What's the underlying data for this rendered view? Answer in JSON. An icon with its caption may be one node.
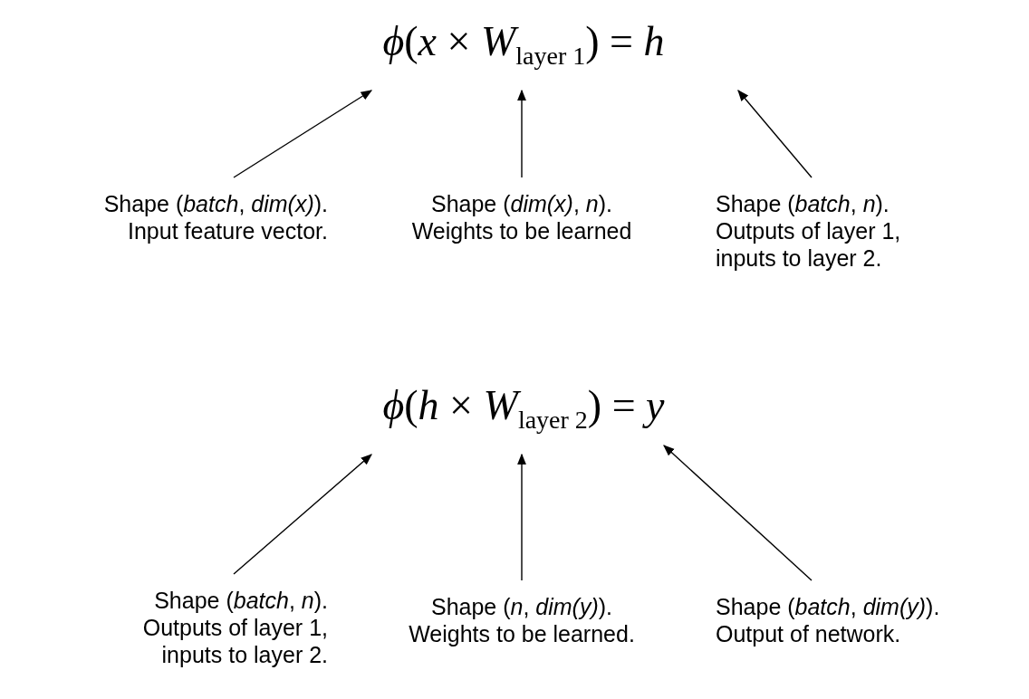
{
  "diagram": {
    "nodes": [
      {
        "text": [
          "*ϕ*(*x* × *W*$_{layer 1}$) = *h*"
        ]
      },
      {
        "text": [
          "Shape (*batch*, *dim(x)*).",
          "Input feature vector."
        ]
      },
      {
        "text": [
          "Shape (*dim(x)*, *n*).",
          "Weights to be learned"
        ]
      },
      {
        "text": [
          "Shape (*batch*, *n*).",
          "Outputs of layer 1, inputs to layer 2."
        ]
      },
      {
        "text": [
          "*ϕ*(*h* × *W*$_{layer 2}$) = *y*"
        ]
      },
      {
        "text": [
          "Shape (*batch*, *n*).",
          "Outputs of layer 1, inputs to layer 2."
        ]
      },
      {
        "text": [
          "Shape (*n*, *dim(y)*).",
          "Weights to be learned."
        ]
      },
      {
        "text": [
          "Shape (*batch*, *dim(y)*).",
          "Output of network."
        ]
      }
    ],
    "edges": [
      {
        "from": 1,
        "to": 0,
        "arrow": "to"
      },
      {
        "from": 2,
        "to": 0,
        "arrow": "to"
      },
      {
        "from": 3,
        "to": 0,
        "arrow": "to"
      },
      {
        "from": 5,
        "to": 4,
        "arrow": "to"
      },
      {
        "from": 6,
        "to": 4,
        "arrow": "to"
      },
      {
        "from": 7,
        "to": 4,
        "arrow": "to"
      }
    ]
  }
}
